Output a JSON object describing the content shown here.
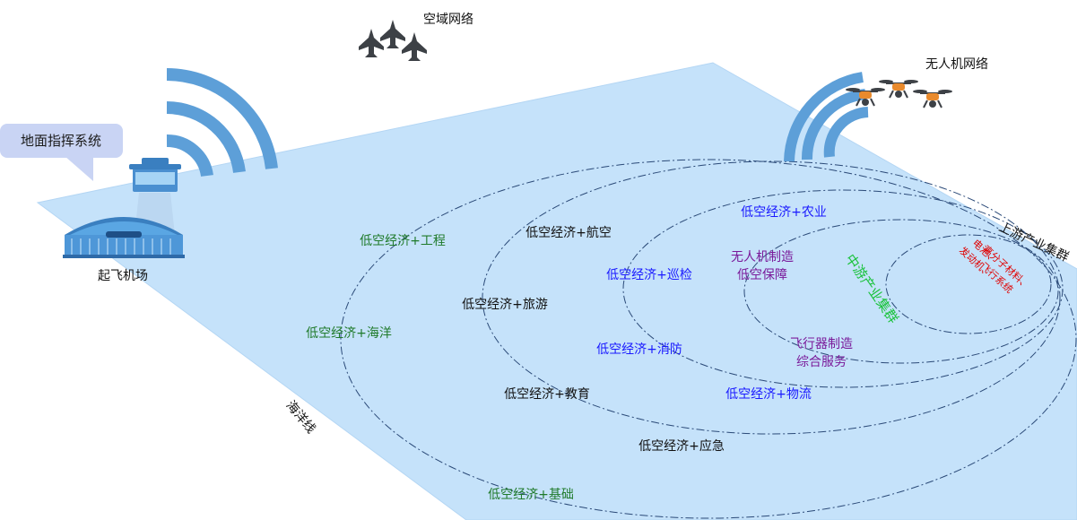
{
  "labels": {
    "airspace_network": "空域网络",
    "uav_network": "无人机网络",
    "ground_command": "地面指挥系统",
    "airport": "起飞机场",
    "coastline": "海洋线",
    "upstream_cluster": "上游产业集群",
    "midstream_cluster": "中游产业集群",
    "upstream_items": [
      "电池、",
      "发动机、",
      "高分子材料、",
      "飞行系统"
    ],
    "midstream_top": [
      "无人机制造",
      "低空保障"
    ],
    "midstream_bottom": [
      "飞行器制造",
      "综合服务"
    ],
    "agriculture": "低空经济+农业",
    "inspection": "低空经济+巡检",
    "firefighting": "低空经济+消防",
    "logistics": "低空经济+物流",
    "aviation": "低空经济+航空",
    "tourism": "低空经济+旅游",
    "education": "低空经济+教育",
    "emergency": "低空经济+应急",
    "engineering": "低空经济+工程",
    "ocean": "低空经济+海洋",
    "infrastructure": "低空经济+基础"
  },
  "colors": {
    "plane": "#c5e2fa",
    "plane_edge": "#b4d6f4",
    "signal": "#5d9fd8",
    "ellipse": "#2b4a78",
    "green": "#1f7a2a",
    "blue": "#1a1aff",
    "purple": "#7a1a9a",
    "red": "#e00000",
    "lime": "#19c23a"
  }
}
